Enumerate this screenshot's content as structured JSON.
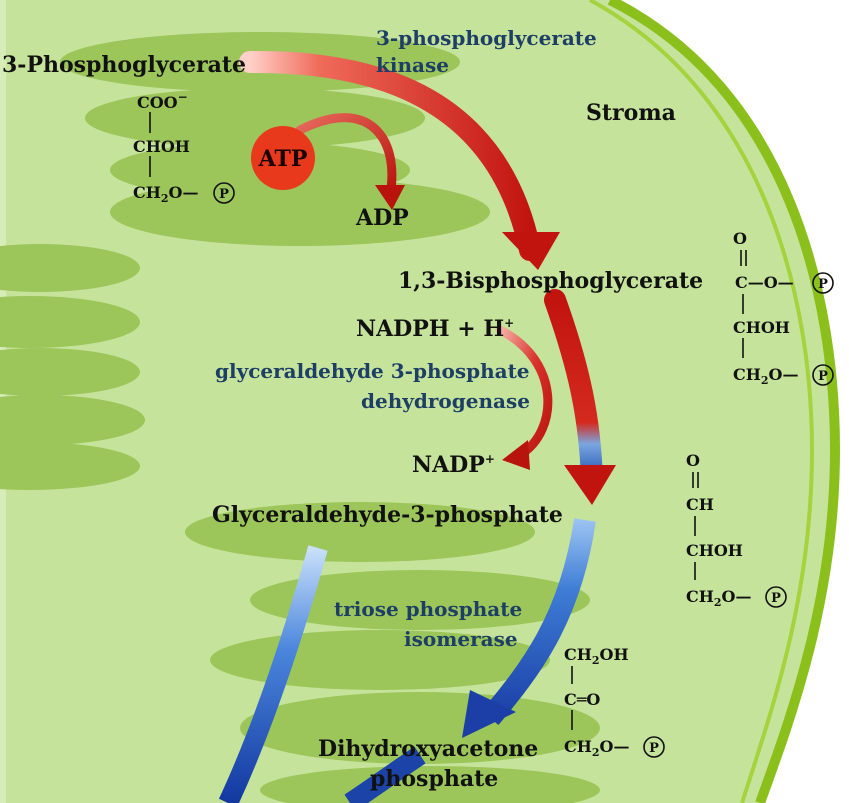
{
  "labels": {
    "stroma": "Stroma",
    "compound_3pg": "3-Phosphoglycerate",
    "kinase_line1": "3-phosphoglycerate",
    "kinase_line2": "kinase",
    "atp": "ATP",
    "adp": "ADP",
    "compound_13bpg": "1,3-Bisphosphoglycerate",
    "nadph": "NADPH + H",
    "nadph_sup": "+",
    "gapdh_line1": "glyceraldehyde 3-phosphate",
    "gapdh_line2": "dehydrogenase",
    "nadp": "NADP",
    "nadp_sup": "+",
    "compound_g3p": "Glyceraldehyde-3-phosphate",
    "isomerase_line1": "triose phosphate",
    "isomerase_line2": "isomerase",
    "compound_dhap_line1": "Dihydroxyacetone",
    "compound_dhap_line2": "phosphate"
  },
  "structures": {
    "pga": {
      "coo": "COO",
      "coo_sup": "−",
      "choh": "CHOH",
      "ch2o_a": "CH",
      "ch2o_sub": "2",
      "ch2o_b": "O—",
      "p": "P"
    },
    "bpg": {
      "o": "O",
      "c": "C—O—",
      "p1": "P",
      "choh": "CHOH",
      "ch2o_a": "CH",
      "ch2o_sub": "2",
      "ch2o_b": "O—",
      "p2": "P"
    },
    "g3p": {
      "o": "O",
      "ch": "CH",
      "choh": "CHOH",
      "ch2o_a": "CH",
      "ch2o_sub": "2",
      "ch2o_b": "O—",
      "p": "P"
    },
    "dhap": {
      "ch2oh_a": "CH",
      "ch2oh_sub": "2",
      "ch2oh_b": "OH",
      "co": "C═O",
      "ch2o_a": "CH",
      "ch2o_sub": "2",
      "ch2o_b": "O—",
      "p": "P"
    }
  },
  "colors": {
    "stroma": "#c6e39b",
    "thylakoid": "#9cc55a",
    "membrane": "#8bbf1c",
    "arrow_red": "#c21a12",
    "arrow_blue": "#1b4fb0",
    "atp_fill": "#e8391c"
  }
}
